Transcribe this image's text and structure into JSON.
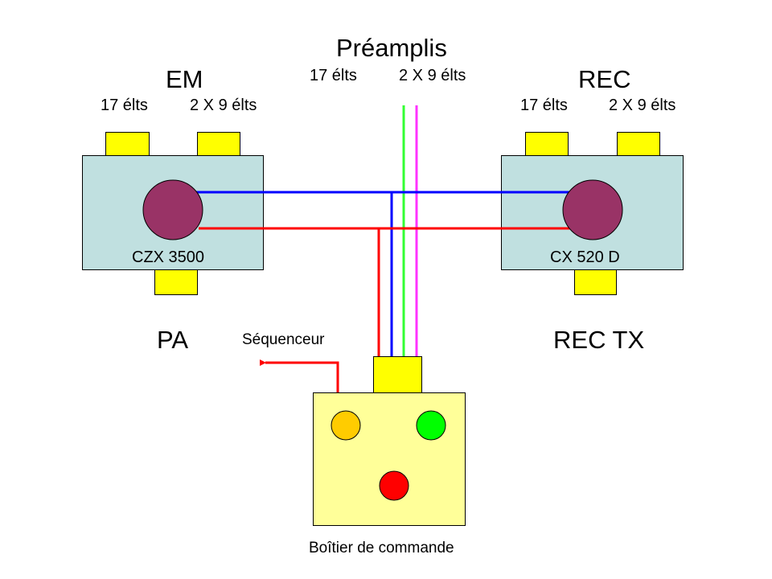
{
  "preamplis": {
    "title": "Préamplis",
    "sub_left": "17 élts",
    "sub_right": "2 X 9 élts"
  },
  "em": {
    "title": "EM",
    "sub_left": "17 élts",
    "sub_right": "2 X 9 élts",
    "device_label": "CZX 3500"
  },
  "rec": {
    "title": "REC",
    "sub_left": "17 élts",
    "sub_right": "2 X 9 élts",
    "device_label": "CX 520 D"
  },
  "pa": {
    "label": "PA"
  },
  "rec_tx": {
    "label": "REC TX"
  },
  "sequenceur": {
    "label": "Séquenceur"
  },
  "control_box": {
    "label": "Boîtier de commande",
    "indicators": [
      {
        "name": "orange-indicator",
        "color": "#ffcc00"
      },
      {
        "name": "green-indicator",
        "color": "#00ff00"
      },
      {
        "name": "red-indicator",
        "color": "#ff0000"
      }
    ]
  },
  "colors": {
    "blue_line": "#0000ff",
    "red_line": "#ff0000",
    "green_line": "#33ff33",
    "magenta_line": "#ff33ff",
    "panel": "#c0e0e0",
    "connector": "#ffff00",
    "control_box": "#ffff99",
    "knob": "#993366"
  }
}
